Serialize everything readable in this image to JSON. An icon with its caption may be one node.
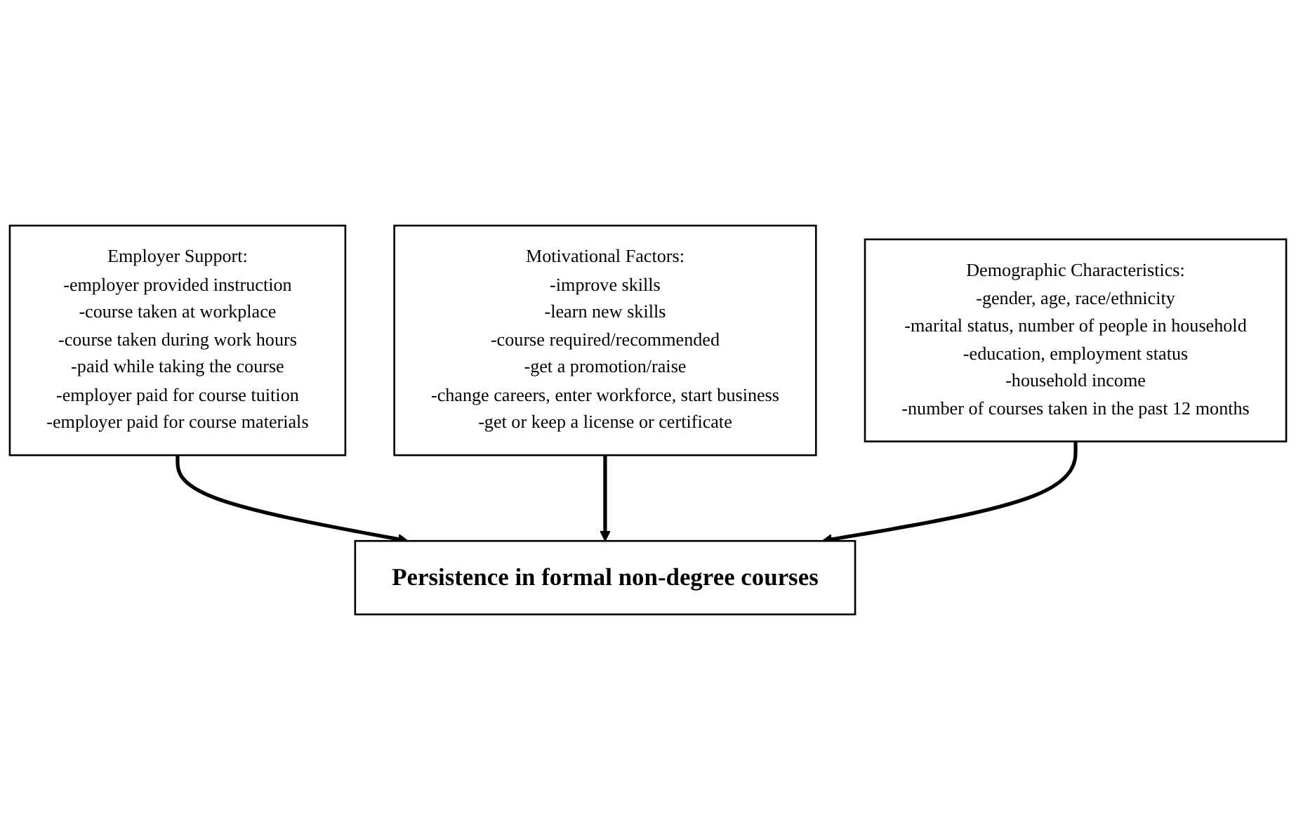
{
  "diagram": {
    "nodes": [
      {
        "text": [
          "Employer Support:",
          "-employer provided instruction",
          "-course taken at workplace",
          "-course taken during work hours",
          "-paid while taking the course",
          "-employer paid for course tuition",
          "-employer paid for course materials"
        ]
      },
      {
        "text": [
          "Motivational Factors:",
          "-improve skills",
          "-learn new skills",
          "-course required/recommended",
          "-get a promotion/raise",
          "-change careers, enter workforce, start business",
          "-get or keep a license or certificate"
        ]
      },
      {
        "text": [
          "Persistence in formal non-degree courses"
        ]
      },
      {
        "text": [
          "Demographic Characteristics:",
          "-gender, age, race/ethnicity",
          "-marital status, number of people in household",
          "-education, employment status",
          "-household income",
          "-number of courses taken in the past 12 months"
        ]
      }
    ],
    "edges": [
      {
        "from": 0,
        "to": 2,
        "arrow": "to"
      },
      {
        "from": 1,
        "to": 2,
        "arrow": "to"
      },
      {
        "from": 3,
        "to": 2,
        "arrow": "to"
      }
    ]
  }
}
